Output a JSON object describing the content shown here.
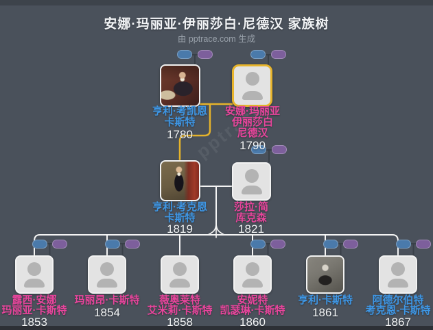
{
  "header": {
    "title": "安娜·玛丽亚·伊丽莎白·尼德汉 家族树",
    "subtitle": "由 pptrace.com 生成"
  },
  "watermark": "pptrace",
  "colors": {
    "background": "#4a515b",
    "male_text": "#3e97e6",
    "female_text": "#e8459c",
    "year_text": "#f3f5f6",
    "highlight_border": "#e7b42c",
    "gen1_line": "#e6b32b",
    "descent_line": "#f4f4f4",
    "mini_pill_blue": "#4a7aab",
    "mini_pill_purple": "#7d5f9c"
  },
  "generation1": [
    {
      "name_lines": [
        "亨利·考凯恩",
        "卡斯特"
      ],
      "year": "1780",
      "gender": "male",
      "portrait": "painting"
    },
    {
      "name_lines": [
        "安娜·玛丽亚",
        "伊丽莎白",
        "尼德汉"
      ],
      "year": "1790",
      "gender": "female",
      "portrait": "placeholder",
      "highlighted": true
    }
  ],
  "generation2": [
    {
      "name_lines": [
        "亨利·考克恩",
        "卡斯特"
      ],
      "year": "1819",
      "gender": "male",
      "portrait": "painting"
    },
    {
      "name_lines": [
        "莎拉·简",
        "库克森"
      ],
      "year": "1821",
      "gender": "female",
      "portrait": "placeholder"
    }
  ],
  "children": [
    {
      "name_lines": [
        "露西·安娜",
        "玛丽亚·卡斯特"
      ],
      "year": "1853",
      "gender": "female",
      "portrait": "placeholder"
    },
    {
      "name_lines": [
        "玛丽昂·卡斯特"
      ],
      "year": "1854",
      "gender": "female",
      "portrait": "placeholder"
    },
    {
      "name_lines": [
        "薇奥莱特",
        "艾米莉·卡斯特"
      ],
      "year": "1858",
      "gender": "female",
      "portrait": "placeholder"
    },
    {
      "name_lines": [
        "安妮特",
        "凯瑟琳·卡斯特"
      ],
      "year": "1860",
      "gender": "female",
      "portrait": "placeholder"
    },
    {
      "name_lines": [
        "亨利·卡斯特"
      ],
      "year": "1861",
      "gender": "male",
      "portrait": "photo"
    },
    {
      "name_lines": [
        "阿德尔伯特",
        "考克恩-卡斯特"
      ],
      "year": "1867",
      "gender": "male",
      "portrait": "placeholder"
    }
  ]
}
